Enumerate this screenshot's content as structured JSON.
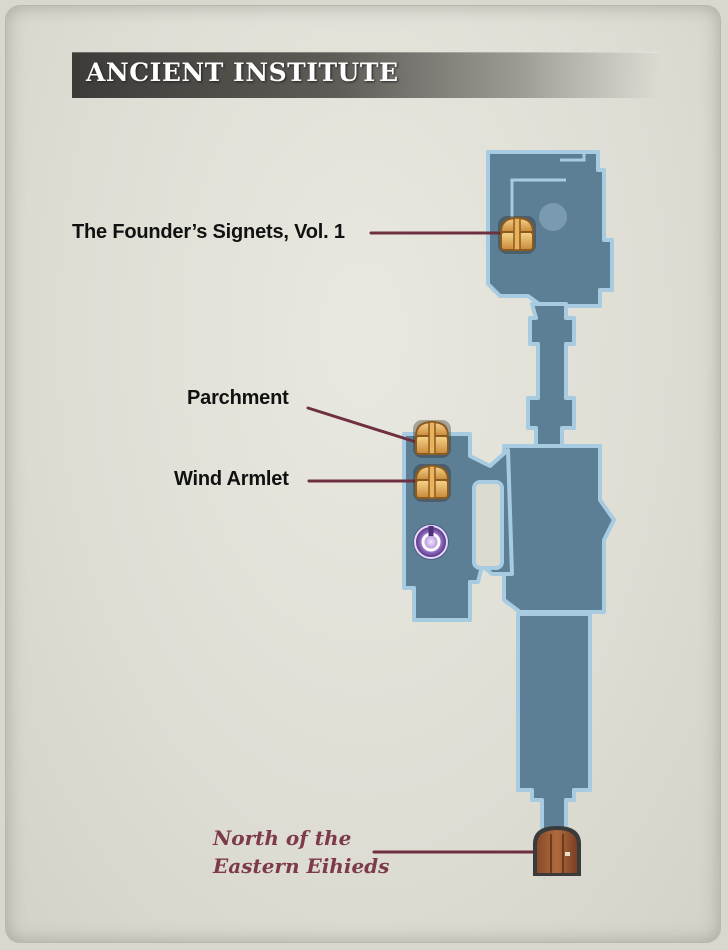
{
  "title": "ANCIENT INSTITUTE",
  "markers": {
    "founders_signets": {
      "label": "The Founder’s Signets, Vol. 1",
      "icon": "treasure-chest-icon"
    },
    "parchment": {
      "label": "Parchment",
      "icon": "treasure-chest-icon"
    },
    "wind_armlet": {
      "label": "Wind Armlet",
      "icon": "treasure-chest-icon"
    },
    "save_point": {
      "icon": "save-point-icon"
    },
    "exit": {
      "line1": "North of the",
      "line2": "Eastern Eihieds",
      "icon": "door-icon"
    }
  },
  "colors": {
    "room_fill": "#5d7f95",
    "room_border": "#a7cbe0",
    "leader_line": "#6e3040",
    "exit_text": "#7d3a48"
  }
}
